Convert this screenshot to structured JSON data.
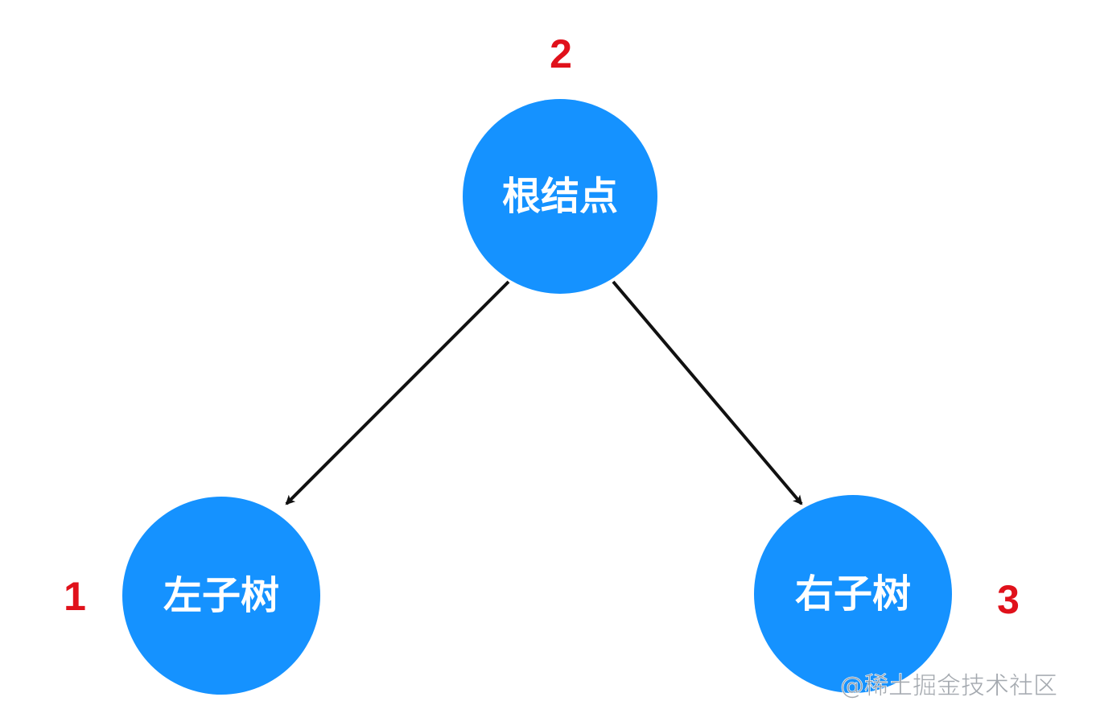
{
  "colors": {
    "node_fill": "#1592ff",
    "edge": "#111111",
    "order_label": "#e0111b",
    "background": "#ffffff"
  },
  "nodes": {
    "root": {
      "label": "根结点",
      "order": "2"
    },
    "left": {
      "label": "左子树",
      "order": "1"
    },
    "right": {
      "label": "右子树",
      "order": "3"
    }
  },
  "edges": [
    {
      "from": "root",
      "to": "left",
      "arrow": "end"
    },
    {
      "from": "root",
      "to": "right",
      "arrow": "end"
    }
  ],
  "watermark": "@稀土掘金技术社区"
}
